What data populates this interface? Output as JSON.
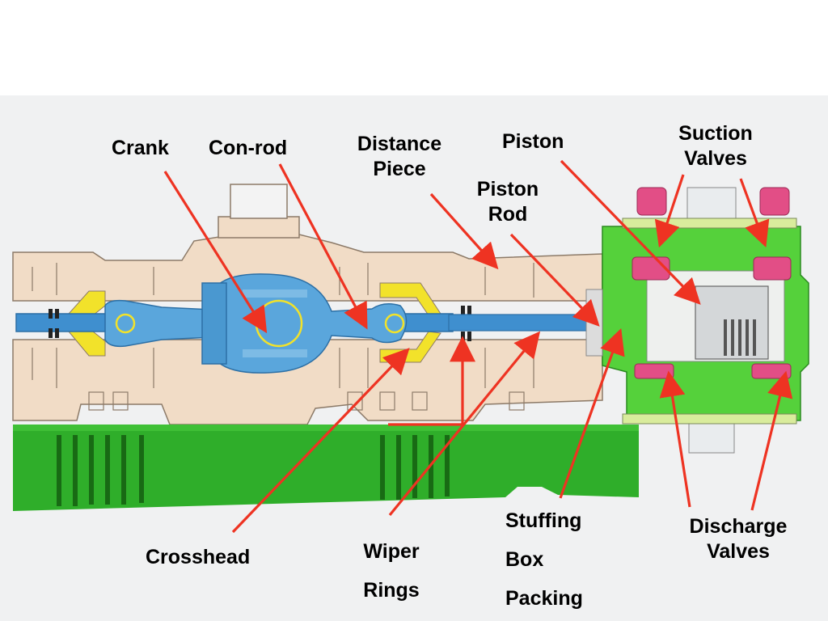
{
  "labels": {
    "crank": "Crank",
    "con_rod": "Con-rod",
    "distance_piece": [
      "Distance",
      "Piece"
    ],
    "piston": "Piston",
    "piston_rod": [
      "Piston",
      "Rod"
    ],
    "suction_valves": [
      "Suction",
      "Valves"
    ],
    "crosshead": "Crosshead",
    "wiper_rings": [
      "Wiper",
      "Rings"
    ],
    "stuffing_box_packing": [
      "Stuffing",
      "Box",
      "Packing"
    ],
    "discharge_valves": [
      "Discharge",
      "Valves"
    ]
  },
  "colors": {
    "frame": "#f1dcc6",
    "frame_stroke": "#8c7a68",
    "base": "#2fae2a",
    "base_dark": "#186a14",
    "running_gear": "#5aa6dc",
    "rod": "#3f8fcf",
    "yellow": "#f2e22a",
    "cylinder": "#55d13b",
    "valve": "#e24e86",
    "arrow": "#ee3322",
    "background": "#f0f1f2"
  }
}
